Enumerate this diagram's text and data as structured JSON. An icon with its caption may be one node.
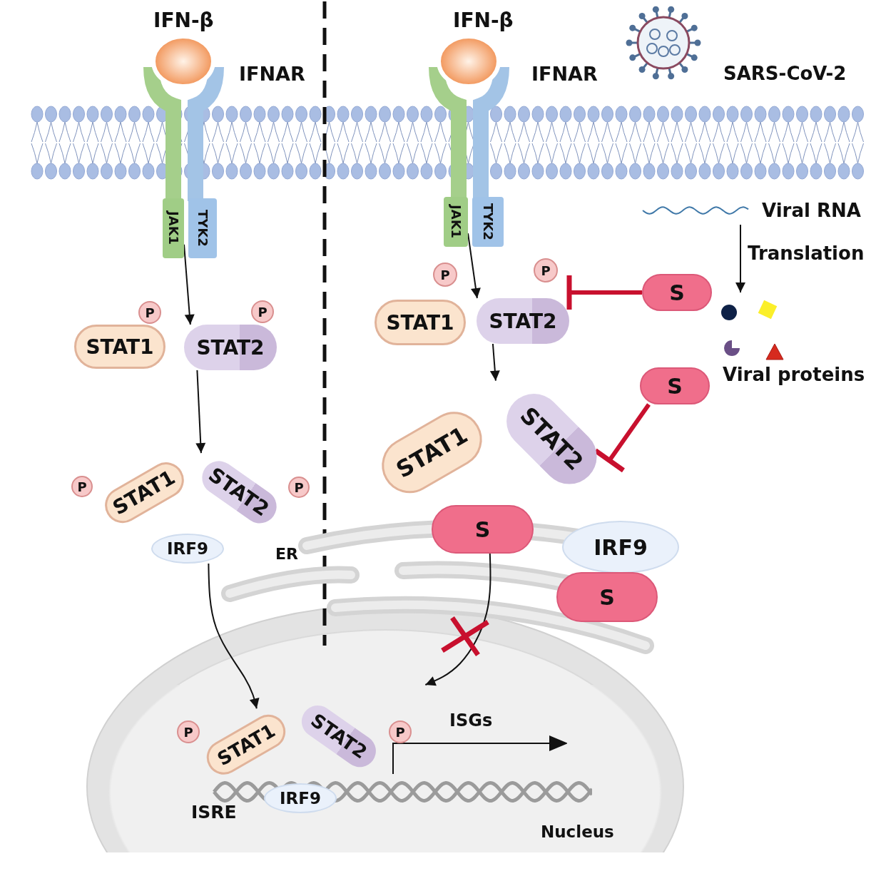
{
  "diagram": {
    "nodes": [
      {
        "text": [
          "JAK1"
        ]
      },
      {
        "text": [
          "TYK2"
        ]
      },
      {
        "text": [
          "P"
        ]
      },
      {
        "text": [
          "STAT1"
        ]
      },
      {
        "text": [
          "P"
        ]
      },
      {
        "text": [
          "STAT2"
        ]
      },
      {
        "text": [
          "P"
        ]
      },
      {
        "text": [
          "STAT1"
        ]
      },
      {
        "text": [
          "STAT2"
        ]
      },
      {
        "text": [
          "P"
        ]
      },
      {
        "text": [
          "IRF9"
        ]
      },
      {
        "text": [
          "JAK1"
        ]
      },
      {
        "text": [
          "TYK2"
        ]
      },
      {
        "text": [
          "P"
        ]
      },
      {
        "text": [
          "P"
        ]
      },
      {
        "text": [
          "STAT1"
        ]
      },
      {
        "text": [
          "STAT2"
        ]
      },
      {
        "text": [
          "Viral RNA"
        ]
      },
      {
        "text": [
          "S"
        ]
      },
      {
        "text": [
          "Viral proteins"
        ]
      },
      {
        "text": [
          "S"
        ]
      },
      {
        "text": [
          "STAT1"
        ]
      },
      {
        "text": [
          "STAT2"
        ]
      },
      {
        "text": [
          "S"
        ]
      },
      {
        "text": [
          "IRF9"
        ]
      },
      {
        "text": [
          "S"
        ]
      },
      {
        "text": [
          "Nucleus"
        ]
      },
      {
        "text": [
          "P"
        ],
        "in": 26
      },
      {
        "text": [
          "STAT1"
        ],
        "in": 26
      },
      {
        "text": [
          "STAT2"
        ],
        "in": 26
      },
      {
        "text": [
          "P"
        ],
        "in": 26
      },
      {
        "text": [
          "IRF9"
        ],
        "in": 26
      }
    ],
    "edges": [
      {
        "from": 0,
        "to": 5,
        "arrow": "to"
      },
      {
        "from": 5,
        "to": 8,
        "arrow": "to"
      },
      {
        "from": 10,
        "to": 28,
        "arrow": "to"
      },
      {
        "from": 11,
        "to": 16,
        "arrow": "to"
      },
      {
        "from": 16,
        "to": 22,
        "arrow": "to"
      },
      {
        "from": 18,
        "to": 16,
        "arrow": "other",
        "style": "thick",
        "color": "#c8102e"
      },
      {
        "from": 20,
        "to": 22,
        "arrow": "other",
        "style": "thick",
        "color": "#c8102e"
      },
      {
        "from": 23,
        "to": 26,
        "arrow": "to"
      },
      {
        "from": 17,
        "to": 19,
        "arrow": "to",
        "label": "Translation"
      }
    ],
    "labels": [
      "IFN-β",
      "IFNAR",
      "IFN-β",
      "IFNAR",
      "SARS-CoV-2",
      "ER",
      "ISGs",
      "ISRE"
    ]
  }
}
